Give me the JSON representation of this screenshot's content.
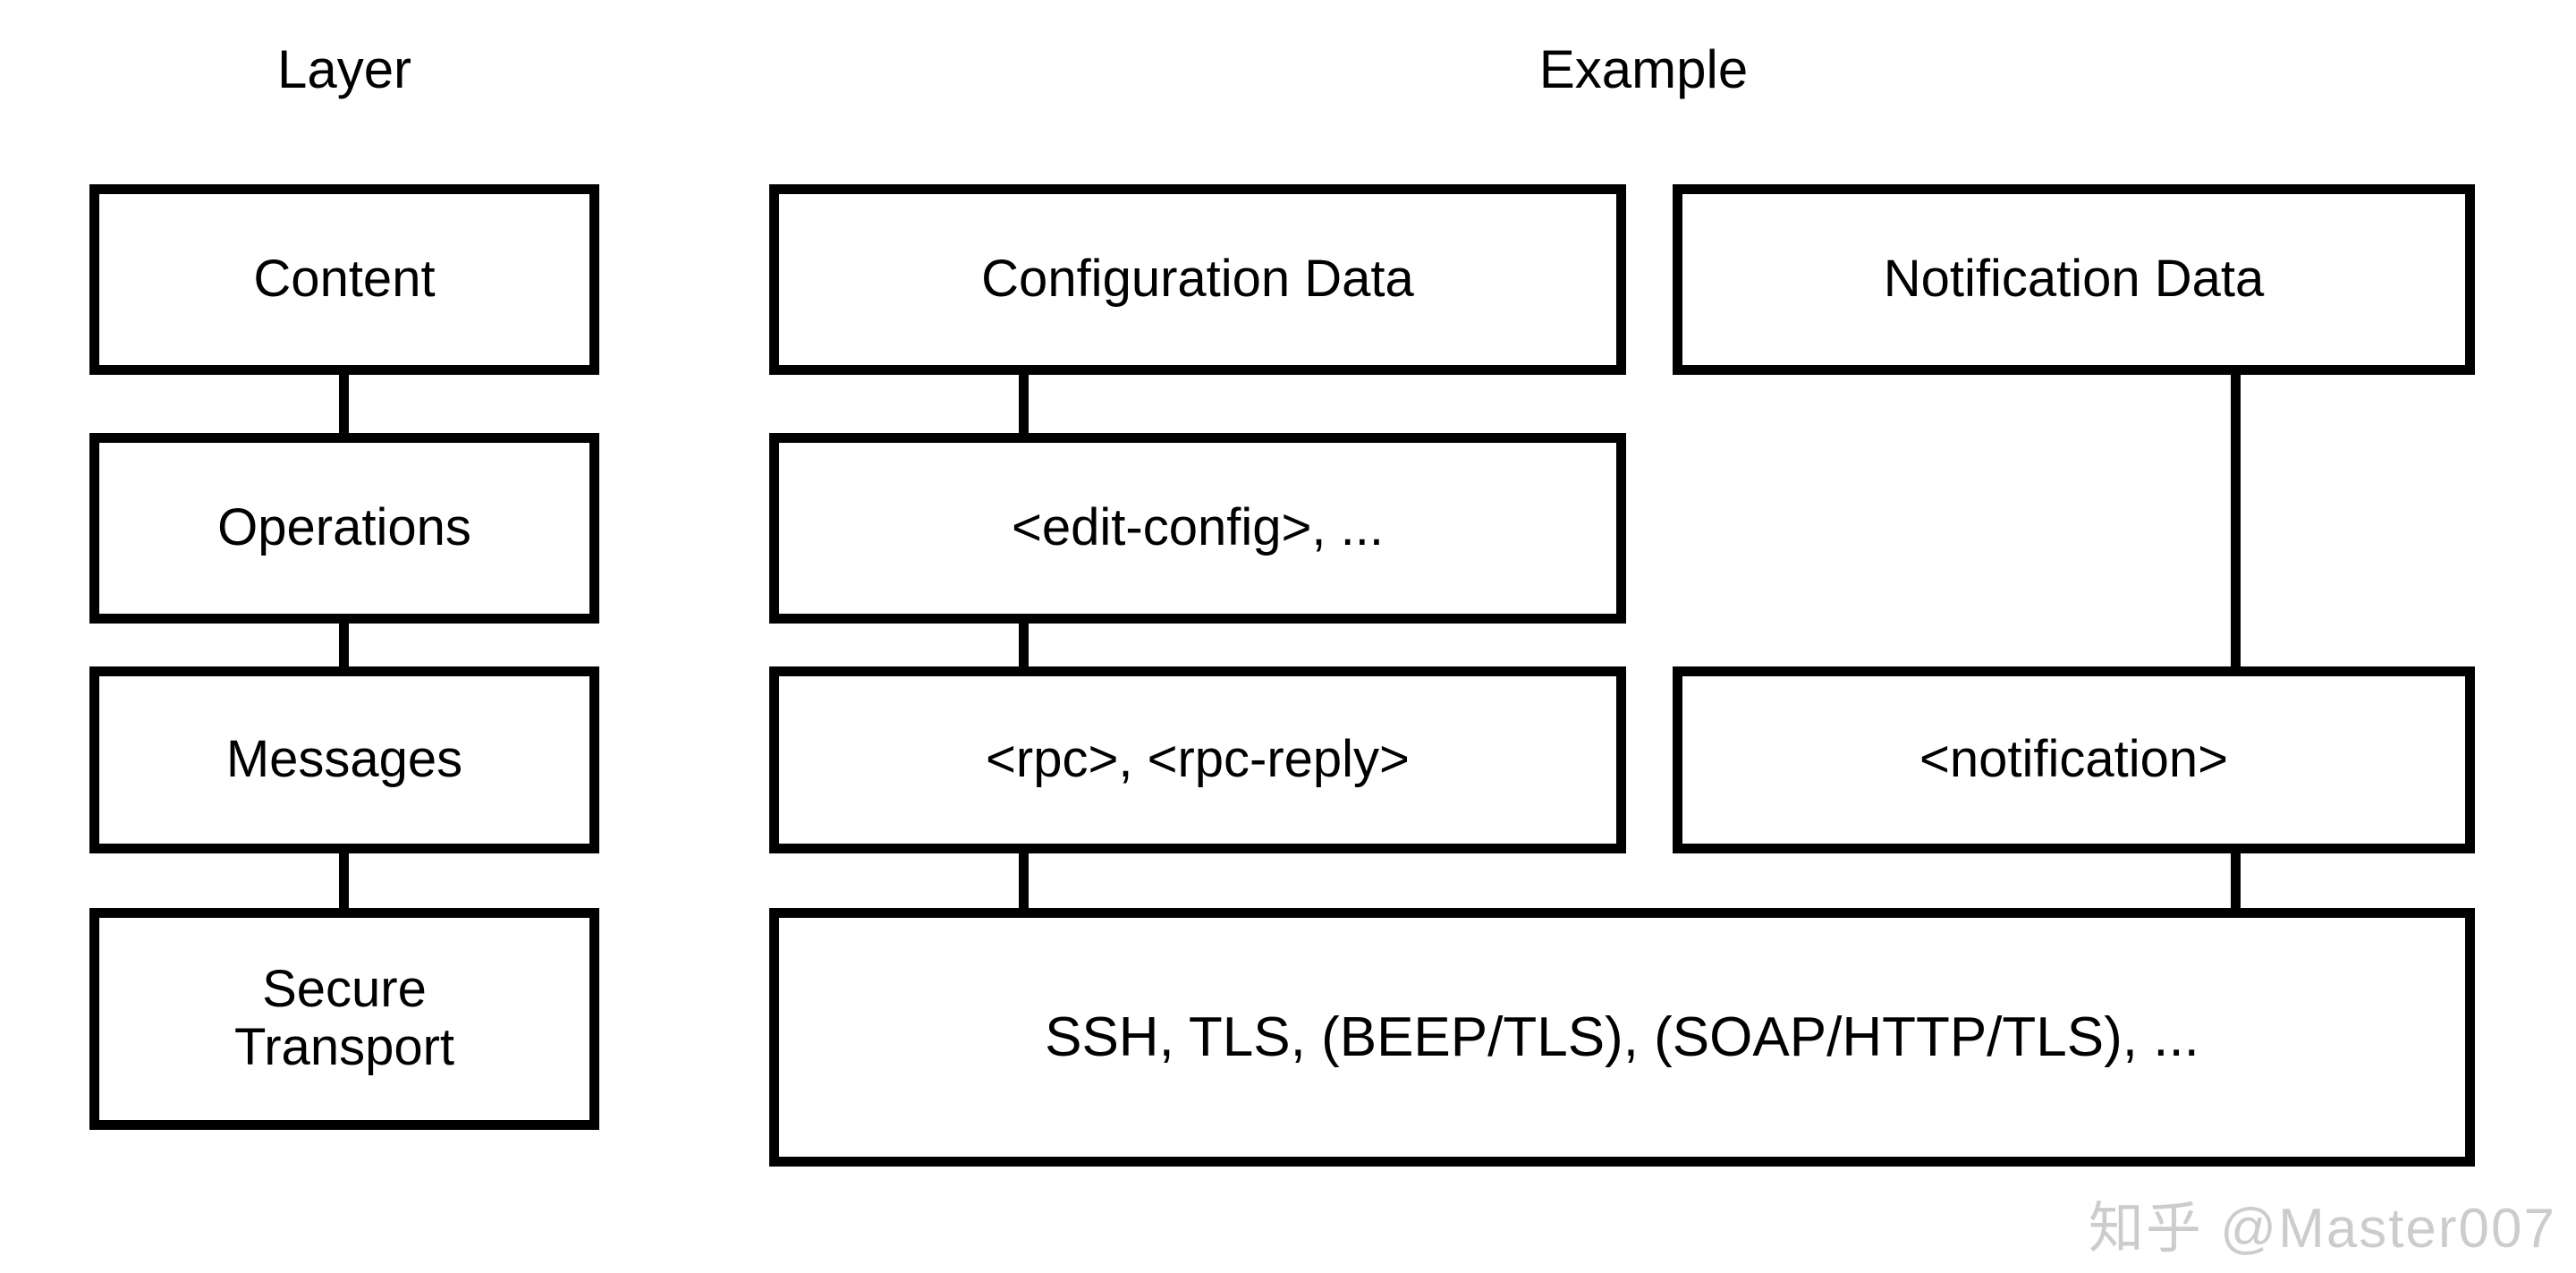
{
  "headers": {
    "layer": "Layer",
    "example": "Example"
  },
  "layers": [
    {
      "name": "content",
      "label": "Content"
    },
    {
      "name": "operations",
      "label": "Operations"
    },
    {
      "name": "messages",
      "label": "Messages"
    },
    {
      "name": "secure-transport",
      "label": "Secure\nTransport"
    }
  ],
  "examples": {
    "configuration_data": "Configuration Data",
    "notification_data": "Notification Data",
    "edit_config": "<edit-config>, ...",
    "rpc": "<rpc>, <rpc-reply>",
    "notification": "<notification>",
    "secure_transport": "SSH, TLS, (BEEP/TLS), (SOAP/HTTP/TLS), ..."
  },
  "watermark": "知乎 @Master007",
  "colors": {
    "stroke": "#000000",
    "background": "#ffffff",
    "text": "#000000",
    "watermark": "rgba(0,0,0,0.20)"
  }
}
